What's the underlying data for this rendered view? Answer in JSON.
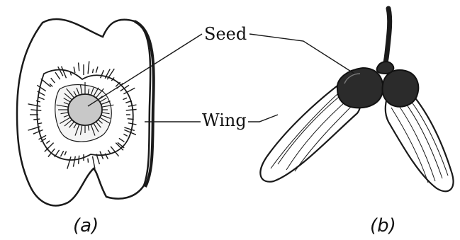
{
  "labels": {
    "seed": "Seed",
    "wing": "Wing"
  },
  "captions": {
    "a": "(a)",
    "b": "(b)"
  },
  "colors": {
    "ink": "#1a1a1a",
    "seed_fill": "#c8c8c8",
    "seed_pod": "#2b2b2b",
    "background": "#ffffff"
  },
  "parts": {
    "a": [
      "wing-disc",
      "seed"
    ],
    "b": [
      "stalk",
      "seed-pair",
      "wing-left",
      "wing-right"
    ]
  }
}
